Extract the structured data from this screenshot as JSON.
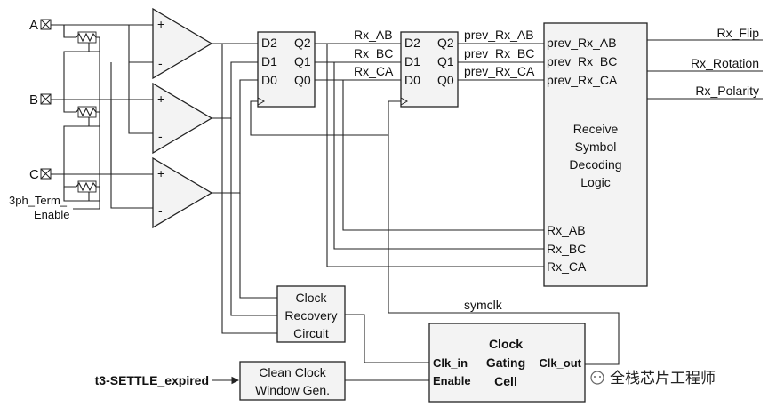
{
  "inputs": {
    "a": "A",
    "b": "B",
    "c": "C",
    "term_line1": "3ph_Term_",
    "term_line2": "Enable",
    "t3": "t3-SETTLE_expired"
  },
  "amp": {
    "plus": "+",
    "minus": "-"
  },
  "ff": {
    "d2": "D2",
    "d1": "D1",
    "d0": "D0",
    "q2": "Q2",
    "q1": "Q1",
    "q0": "Q0"
  },
  "wires": {
    "rx_ab": "Rx_AB",
    "rx_bc": "Rx_BC",
    "rx_ca": "Rx_CA",
    "prev_ab": "prev_Rx_AB",
    "prev_bc": "prev_Rx_BC",
    "prev_ca": "prev_Rx_CA",
    "symclk": "symclk"
  },
  "decoder": {
    "in_prev_ab": "prev_Rx_AB",
    "in_prev_bc": "prev_Rx_BC",
    "in_prev_ca": "prev_Rx_CA",
    "title": [
      "Receive",
      "Symbol",
      "Decoding",
      "Logic"
    ],
    "in_ab": "Rx_AB",
    "in_bc": "Rx_BC",
    "in_ca": "Rx_CA"
  },
  "outputs": {
    "flip": "Rx_Flip",
    "rotation": "Rx_Rotation",
    "polarity": "Rx_Polarity"
  },
  "clock_recovery": [
    "Clock",
    "Recovery",
    "Circuit"
  ],
  "clean_clock": [
    "Clean Clock",
    "Window Gen."
  ],
  "gating": {
    "title": [
      "Clock",
      "Gating",
      "Cell"
    ],
    "clk_in": "Clk_in",
    "enable": "Enable",
    "clk_out": "Clk_out"
  },
  "watermark": "全栈芯片工程师"
}
